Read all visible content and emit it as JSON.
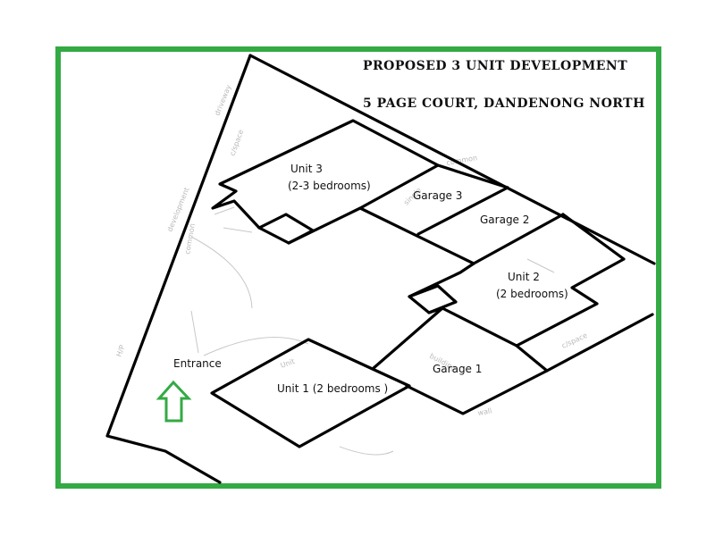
{
  "title": {
    "line1": "PROPOSED 3 UNIT DEVELOPMENT",
    "line2": "5 PAGE COURT, DANDENONG NORTH"
  },
  "labels": {
    "unit3_name": "Unit 3",
    "unit3_beds": "(2-3 bedrooms)",
    "garage3": "Garage 3",
    "garage2": "Garage 2",
    "unit2_name": "Unit 2",
    "unit2_beds": "(2 bedrooms)",
    "garage1": "Garage 1",
    "unit1": "Unit 1  (2 bedrooms )",
    "entrance": "Entrance"
  },
  "colors": {
    "border": "#33aa44",
    "arrow": "#33aa44",
    "walls": "#000000",
    "pencil": "#b9b9b9"
  },
  "icons": {
    "entrance_arrow": "up-arrow-icon"
  }
}
